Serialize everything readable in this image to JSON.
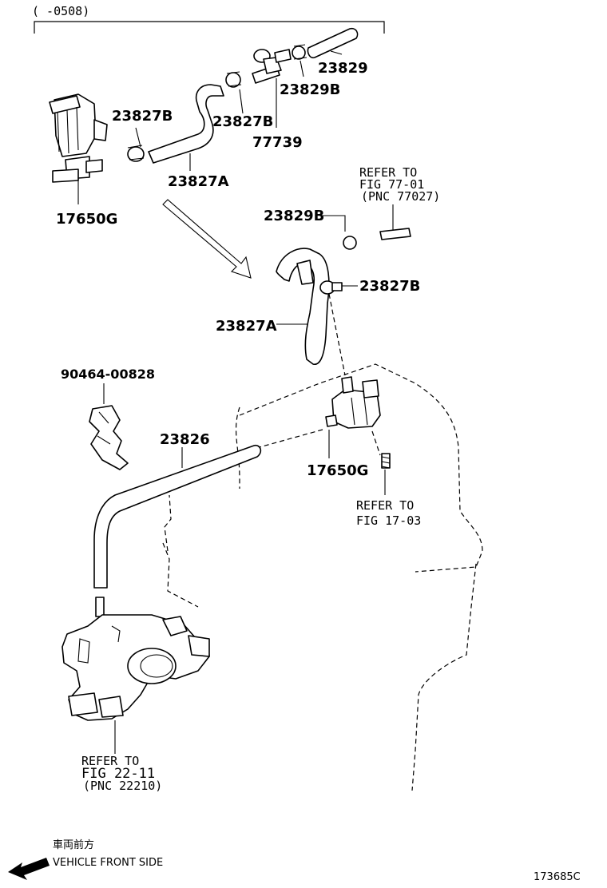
{
  "header": {
    "range_label": "(      -0508)"
  },
  "parts": {
    "p23829_top": "23829",
    "p23829b_top": "23829B",
    "p23827b_left": "23827B",
    "p23827b_mid": "23827B",
    "p77739": "77739",
    "p23827a_top": "23827A",
    "p17650g_top": "17650G",
    "p23829b_lower": "23829B",
    "p23827b_lower": "23827B",
    "p23827a_lower": "23827A",
    "p90464": "90464-00828",
    "p23826": "23826",
    "p17650g_lower": "17650G"
  },
  "refs": {
    "fig77": {
      "line1": "REFER TO",
      "line2": "FIG 77-01",
      "line3": "(PNC 77027)"
    },
    "fig17": {
      "line1": "REFER TO",
      "line2": "FIG 17-03"
    },
    "fig22": {
      "line1": "REFER TO",
      "line2": "FIG  22-11",
      "line3": "(PNC 22210)"
    }
  },
  "footer": {
    "front_jp": "車両前方",
    "front_en": "VEHICLE FRONT SIDE",
    "illustration_code": "173685C"
  },
  "icons": {
    "front_arrow": "arrow-left-icon"
  }
}
